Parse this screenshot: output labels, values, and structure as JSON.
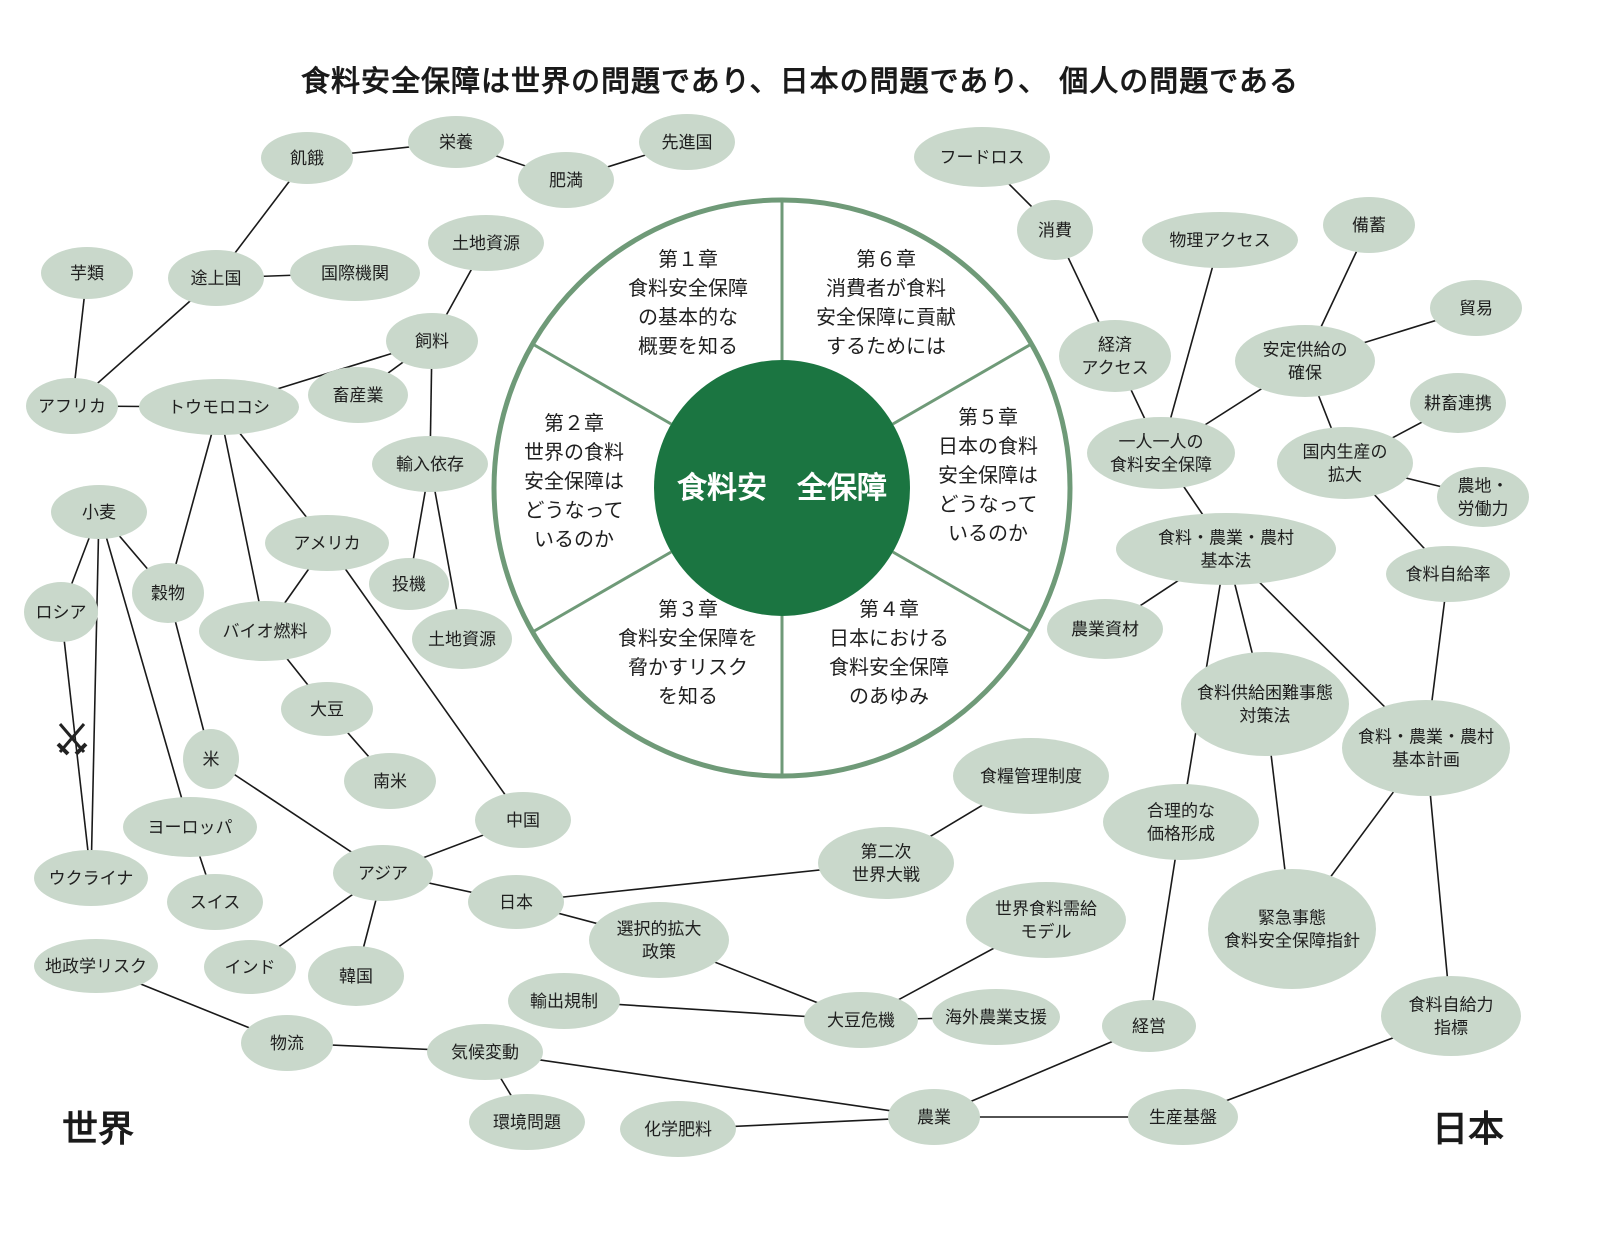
{
  "title": "食料安全保障は世界の問題であり、日本の問題であり、 個人の問題である",
  "labels": {
    "world": "世界",
    "japan": "日本"
  },
  "colors": {
    "node": "#c9d8cb",
    "ring": "#6f9a78",
    "center": "#1b7541",
    "edge": "#1a1a1a"
  },
  "center_label": "食料安　全保障",
  "chapters": [
    {
      "id": "ch1",
      "lines": [
        "第１章",
        "食料安全保障",
        "の基本的な",
        "概要を知る"
      ]
    },
    {
      "id": "ch6",
      "lines": [
        "第６章",
        "消費者が食料",
        "安全保障に貢献",
        "するためには"
      ]
    },
    {
      "id": "ch5",
      "lines": [
        "第５章",
        "日本の食料",
        "安全保障は",
        "どうなって",
        "いるのか"
      ]
    },
    {
      "id": "ch4",
      "lines": [
        "第４章",
        "日本における",
        "食料安全保障",
        "のあゆみ"
      ]
    },
    {
      "id": "ch3",
      "lines": [
        "第３章",
        "食料安全保障を",
        "脅かすリスク",
        "を知る"
      ]
    },
    {
      "id": "ch2",
      "lines": [
        "第２章",
        "世界の食料",
        "安全保障は",
        "どうなって",
        "いるのか"
      ]
    }
  ],
  "nodes": [
    {
      "id": "kiga",
      "lines": [
        "飢餓"
      ]
    },
    {
      "id": "eiyo",
      "lines": [
        "栄養"
      ]
    },
    {
      "id": "himan",
      "lines": [
        "肥満"
      ]
    },
    {
      "id": "senshinkoku",
      "lines": [
        "先進国"
      ]
    },
    {
      "id": "imorui",
      "lines": [
        "芋類"
      ]
    },
    {
      "id": "tojokoku",
      "lines": [
        "途上国"
      ]
    },
    {
      "id": "kokusaikikan",
      "lines": [
        "国際機関"
      ]
    },
    {
      "id": "tochishigen1",
      "lines": [
        "土地資源"
      ]
    },
    {
      "id": "shiryo",
      "lines": [
        "飼料"
      ]
    },
    {
      "id": "africa",
      "lines": [
        "アフリカ"
      ]
    },
    {
      "id": "tomorokoshi",
      "lines": [
        "トウモロコシ"
      ]
    },
    {
      "id": "chikusangyo",
      "lines": [
        "畜産業"
      ]
    },
    {
      "id": "yunyuizon",
      "lines": [
        "輸入依存"
      ]
    },
    {
      "id": "komugi",
      "lines": [
        "小麦"
      ]
    },
    {
      "id": "america",
      "lines": [
        "アメリカ"
      ]
    },
    {
      "id": "kokumotsu",
      "lines": [
        "穀物"
      ]
    },
    {
      "id": "russia",
      "lines": [
        "ロシア"
      ]
    },
    {
      "id": "toki",
      "lines": [
        "投機"
      ]
    },
    {
      "id": "baionenryo",
      "lines": [
        "バイオ燃料"
      ]
    },
    {
      "id": "tochishigen2",
      "lines": [
        "土地資源"
      ]
    },
    {
      "id": "daizu",
      "lines": [
        "大豆"
      ]
    },
    {
      "id": "kome",
      "lines": [
        "米"
      ]
    },
    {
      "id": "nanbei",
      "lines": [
        "南米"
      ]
    },
    {
      "id": "europe",
      "lines": [
        "ヨーロッパ"
      ]
    },
    {
      "id": "chugoku",
      "lines": [
        "中国"
      ]
    },
    {
      "id": "ukraine",
      "lines": [
        "ウクライナ"
      ]
    },
    {
      "id": "asia",
      "lines": [
        "アジア"
      ]
    },
    {
      "id": "swiss",
      "lines": [
        "スイス"
      ]
    },
    {
      "id": "nihon",
      "lines": [
        "日本"
      ]
    },
    {
      "id": "india",
      "lines": [
        "インド"
      ]
    },
    {
      "id": "kankoku",
      "lines": [
        "韓国"
      ]
    },
    {
      "id": "chiseigaku",
      "lines": [
        "地政学リスク"
      ]
    },
    {
      "id": "sentakuteki",
      "lines": [
        "選択的拡大",
        "政策"
      ]
    },
    {
      "id": "yushutsukisei",
      "lines": [
        "輸出規制"
      ]
    },
    {
      "id": "butsuryu",
      "lines": [
        "物流"
      ]
    },
    {
      "id": "kikohendo",
      "lines": [
        "気候変動"
      ]
    },
    {
      "id": "kankyomondai",
      "lines": [
        "環境問題"
      ]
    },
    {
      "id": "kagakuhiryo",
      "lines": [
        "化学肥料"
      ]
    },
    {
      "id": "daizukiki",
      "lines": [
        "大豆危機"
      ]
    },
    {
      "id": "kaigainogyo",
      "lines": [
        "海外農業支援"
      ]
    },
    {
      "id": "sekaishokuryo",
      "lines": [
        "世界食料需給",
        "モデル"
      ]
    },
    {
      "id": "shokuryokanri",
      "lines": [
        "食糧管理制度"
      ]
    },
    {
      "id": "dainiji",
      "lines": [
        "第二次",
        "世界大戦"
      ]
    },
    {
      "id": "nogyo",
      "lines": [
        "農業"
      ]
    },
    {
      "id": "seisankiban",
      "lines": [
        "生産基盤"
      ]
    },
    {
      "id": "keiei",
      "lines": [
        "経営"
      ]
    },
    {
      "id": "gorikakaku",
      "lines": [
        "合理的な",
        "価格形成"
      ]
    },
    {
      "id": "foodloss",
      "lines": [
        "フードロス"
      ]
    },
    {
      "id": "shohi",
      "lines": [
        "消費"
      ]
    },
    {
      "id": "butsuriaccess",
      "lines": [
        "物理アクセス"
      ]
    },
    {
      "id": "bichiku",
      "lines": [
        "備蓄"
      ]
    },
    {
      "id": "boeki",
      "lines": [
        "貿易"
      ]
    },
    {
      "id": "keizaiaccess",
      "lines": [
        "経済",
        "アクセス"
      ]
    },
    {
      "id": "anteikyokyu",
      "lines": [
        "安定供給の",
        "確保"
      ]
    },
    {
      "id": "hitoriHitori",
      "lines": [
        "一人一人の",
        "食料安全保障"
      ]
    },
    {
      "id": "kochikurenkei",
      "lines": [
        "耕畜連携"
      ]
    },
    {
      "id": "kokunaiseisan",
      "lines": [
        "国内生産の",
        "拡大"
      ]
    },
    {
      "id": "nochi",
      "lines": [
        "農地・",
        "労働力"
      ]
    },
    {
      "id": "kihonho",
      "lines": [
        "食料・農業・農村",
        "基本法"
      ]
    },
    {
      "id": "jikyuritsu",
      "lines": [
        "食料自給率"
      ]
    },
    {
      "id": "nogyoshizai",
      "lines": [
        "農業資材"
      ]
    },
    {
      "id": "konnanjitai",
      "lines": [
        "食料供給困難事態",
        "対策法"
      ]
    },
    {
      "id": "kihonkeikaku",
      "lines": [
        "食料・農業・農村",
        "基本計画"
      ]
    },
    {
      "id": "kinkyujitai",
      "lines": [
        "緊急事態",
        "食料安全保障指針"
      ]
    },
    {
      "id": "jikyuryoku",
      "lines": [
        "食料自給力",
        "指標"
      ]
    }
  ]
}
